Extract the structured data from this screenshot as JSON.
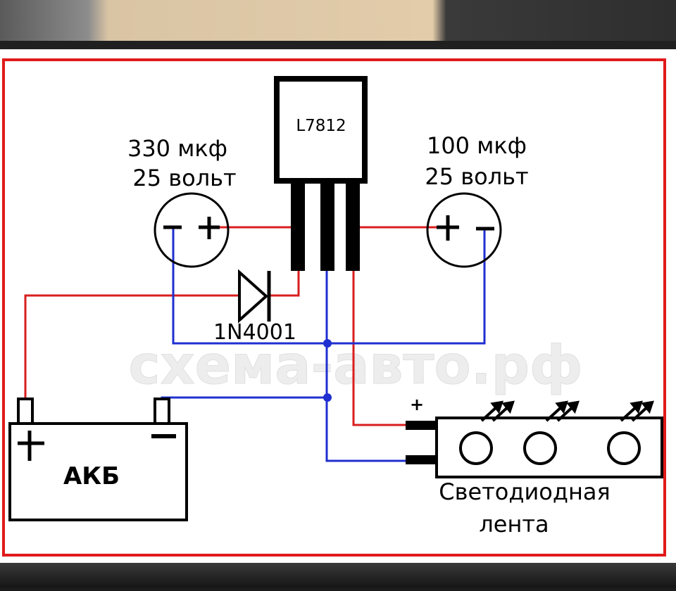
{
  "colors": {
    "frame": "#e01a1a",
    "wire_red": "#d91e1e",
    "wire_blue": "#1f2fd0",
    "ink": "#000000",
    "paper": "#ffffff",
    "watermark": "#e6e6e6"
  },
  "regulator": {
    "label": "L7812"
  },
  "capacitor_in": {
    "line1": "330 мкф",
    "line2": "25 вольт"
  },
  "capacitor_out": {
    "line1": "100 мкф",
    "line2": "25 вольт"
  },
  "diode": {
    "label": "1N4001"
  },
  "battery": {
    "label": "АКБ"
  },
  "led_strip": {
    "plus_label": "+",
    "line1": "Светодиодная",
    "line2": "лента"
  },
  "watermark": {
    "text": "схема-авто.рф"
  }
}
